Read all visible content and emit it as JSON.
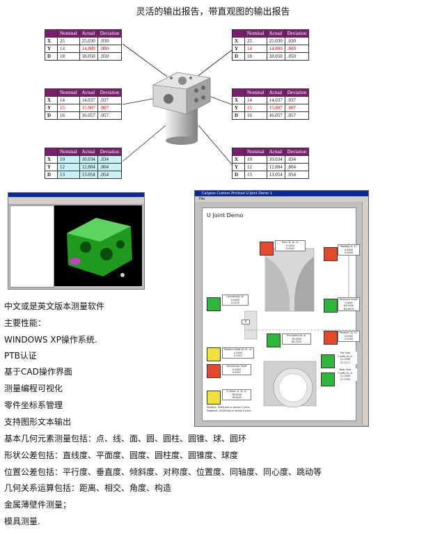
{
  "heading": "灵活的输出报告，带直观图的输出报告",
  "colors": {
    "header_bg": "#7a1f6e",
    "red_value": "#d40000",
    "cyan_cell": "#c9f2f6"
  },
  "table_headers": [
    "Nominal",
    "Actual",
    "Deviation"
  ],
  "tables": [
    {
      "id": "t1",
      "rows": [
        {
          "label": "X",
          "cells": [
            "25",
            "25.030",
            ".030"
          ]
        },
        {
          "label": "Y",
          "cells": [
            "14",
            "14.800",
            ".800"
          ]
        },
        {
          "label": "D",
          "cells": [
            "18",
            "18.050",
            ".050"
          ]
        }
      ]
    },
    {
      "id": "t2",
      "rows": [
        {
          "label": "X",
          "cells": [
            "25",
            "25.030",
            ".030"
          ]
        },
        {
          "label": "Y",
          "cells": [
            "14",
            "14.800",
            ".800"
          ]
        },
        {
          "label": "D",
          "cells": [
            "18",
            "18.050",
            ".050"
          ]
        }
      ]
    },
    {
      "id": "t3",
      "rows": [
        {
          "label": "X",
          "cells": [
            "14",
            "14.037",
            ".037"
          ]
        },
        {
          "label": "Y",
          "cells": [
            "15",
            "15.807",
            ".807"
          ]
        },
        {
          "label": "D",
          "cells": [
            "16",
            "16.057",
            ".057"
          ]
        }
      ]
    },
    {
      "id": "t4",
      "rows": [
        {
          "label": "X",
          "cells": [
            "14",
            "14.037",
            ".037"
          ]
        },
        {
          "label": "Y",
          "cells": [
            "15",
            "15.807",
            ".807"
          ]
        },
        {
          "label": "D",
          "cells": [
            "16",
            "16.057",
            ".057"
          ]
        }
      ]
    },
    {
      "id": "t5",
      "rows": [
        {
          "label": "X",
          "cells": [
            "10",
            "10.034",
            ".034"
          ]
        },
        {
          "label": "Y",
          "cells": [
            "12",
            "12.804",
            ".804"
          ]
        },
        {
          "label": "D",
          "cells": [
            "13",
            "13.054",
            ".054"
          ]
        }
      ]
    },
    {
      "id": "t6",
      "rows": [
        {
          "label": "X",
          "cells": [
            "10",
            "10.034",
            ".034"
          ]
        },
        {
          "label": "Y",
          "cells": [
            "12",
            "12.804",
            ".804"
          ]
        },
        {
          "label": "D",
          "cells": [
            "13",
            "13.054",
            ".054"
          ]
        }
      ]
    }
  ],
  "report": {
    "window_title": "Calypso Custom Printout    U Joint Demo       1",
    "menu": "File",
    "doc_title": "U Joint Demo",
    "boxes": {
      "perp": "Perp -B- to -A-\n0.0000\n0.0001",
      "pos_top": "Position-A- Y=\n0.0000\n0.0005",
      "cyl": "Cylindricity -B-\n0.0000\n0.0223",
      "dim_b": "-B-",
      "distance": "Distance inside U joint\n84.0000\n85.8974",
      "end_plane": "End plane to -A-\n78.0000\n80.4353",
      "pos_mid": "Position -A- Y=\n0.0000\n0.0000",
      "pos_shaft": "Position shaft to -B- -A-\n0.0000\n0.0007",
      "runout": "Roundness Shaft\n0.0000\n0.0007",
      "far": "Far Side\nY path to -A-\n21.2000\n21.1127",
      "near": "Near Side\nY path to -A-\n21.2000\n21.1300",
      "z_value": "Z value -A- to -A-\n78.0000\n78.0043",
      "footnote": "Positive, Shaft axis is above U joint.\nNegative, Shaft axis is below U joint."
    }
  },
  "features": [
    "中文或是英文版本测量软件",
    "主要性能：",
    "WINDOWS XP操作系统.",
    "PTB认证",
    "基于CAD操作界面",
    "测量编程可视化",
    "零件坐标系管理",
    "支持图形文本输出",
    "基本几何元素测量包括：点、线、面、圆、圆柱、圆锥、球、圆环",
    "形状公差包括：直线度、平面度、圆度、圆柱度、圆锥度、球度",
    "位置公差包括：平行度、垂直度、倾斜度、对称度、位置度、同轴度、同心度、跳动等",
    "几何关系运算包括：距离、相交、角度、构造",
    "金属薄壁件测量；",
    "模具测量."
  ]
}
